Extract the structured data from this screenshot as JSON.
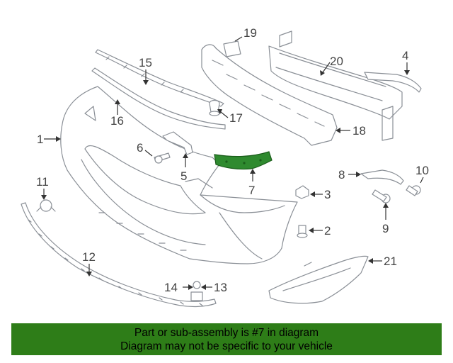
{
  "diagram": {
    "highlighted_part": "7",
    "callouts": [
      "1",
      "2",
      "3",
      "4",
      "5",
      "6",
      "7",
      "8",
      "9",
      "10",
      "11",
      "12",
      "13",
      "14",
      "15",
      "16",
      "17",
      "18",
      "19",
      "20",
      "21"
    ],
    "highlight_color": "#2f8a2f"
  },
  "footer": {
    "line1": "Part or sub-assembly is #7 in diagram",
    "line2": "Diagram may not be specific to your vehicle",
    "background": "#2e7d18"
  }
}
